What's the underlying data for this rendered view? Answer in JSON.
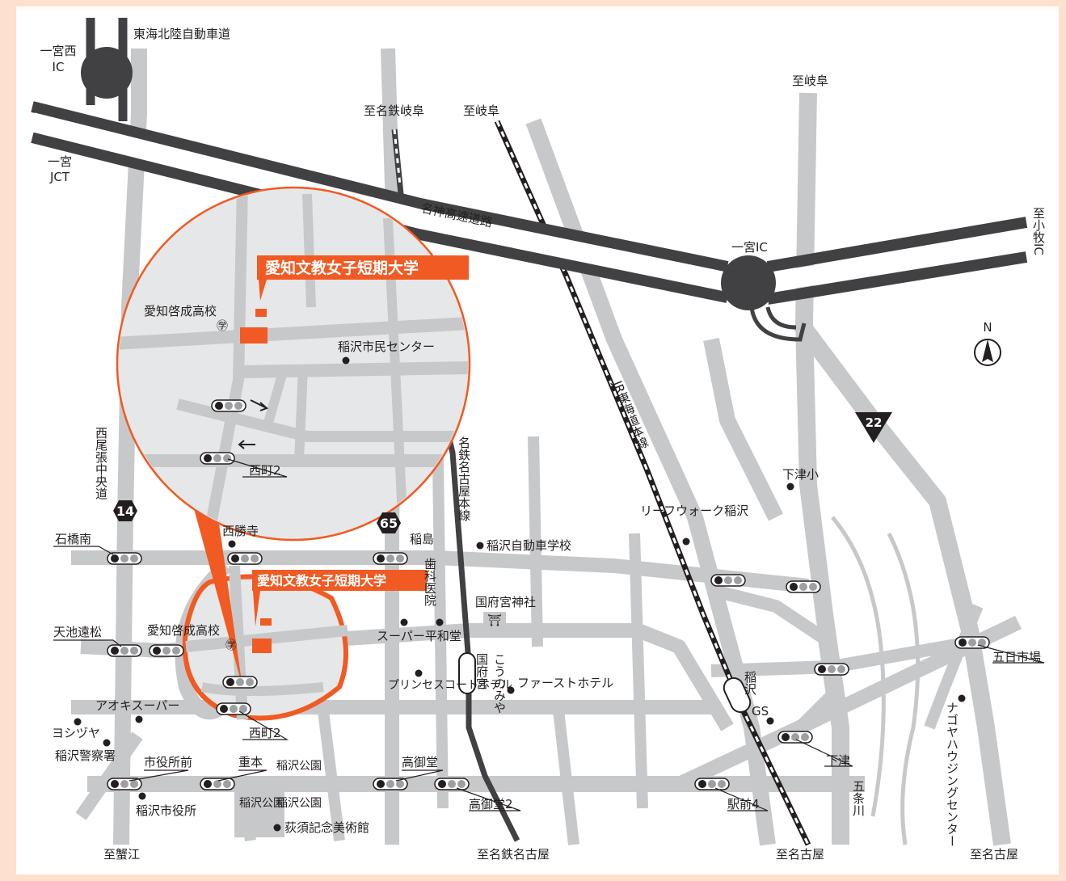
{
  "colors": {
    "background": "#fde0cd",
    "map_bg": "#ffffff",
    "road": "#c7c8ca",
    "expressway": "#414042",
    "accent": "#f15a22",
    "circle_fill": "#e6e7e8"
  },
  "highways": {
    "tokai_hokuriku": "東海北陸自動車道",
    "meishin": "名神高速道路"
  },
  "interchanges": {
    "ichinomiya_nishi_1": "一宮西",
    "ichinomiya_nishi_2": "IC",
    "ichinomiya_jct_1": "一宮",
    "ichinomiya_jct_2": "JCT",
    "ichinomiya_ic": "一宮IC",
    "komaki_ic": "至小牧IC"
  },
  "destinations": {
    "meitetsu_gifu": "至名鉄岐阜",
    "gifu_1": "至岐阜",
    "gifu_2": "至岐阜",
    "kanie": "至蟹江",
    "meitetsu_nagoya": "至名鉄名古屋",
    "nagoya_1": "至名古屋",
    "nagoya_2": "至名古屋"
  },
  "railways": {
    "jr": "JR東海道本線",
    "meitetsu": "名鉄名古屋本線",
    "konomiya_station": "国府宮",
    "konomiya_hira": "こうのみや",
    "inazawa_station": "稲沢"
  },
  "routes": {
    "r14": "14",
    "r65": "65",
    "r22": "22",
    "nishio_road": "西尾張中央道"
  },
  "compass": "N",
  "college": {
    "name_zoom": "愛知文教女子短期大学",
    "name_main": "愛知文教女子短期大学"
  },
  "landmarks": {
    "keisei_zoom": "愛知啓成高校",
    "keisei_main": "愛知啓成高校",
    "school_mark": "㊫",
    "civic_center": "稲沢市民センター",
    "nishimachi2_zoom": "西町2",
    "nishimachi2_main": "西町2",
    "saishoji": "西勝寺",
    "ishibashi": "石橋南",
    "inajima": "稲島",
    "driving_school": "稲沢自動車学校",
    "dental": "歯科医院",
    "konomiya_shrine": "国府宮神社",
    "shrine_mark": "⛩",
    "amaike": "天池遠松",
    "super_heiwado": "スーパー平和堂",
    "princess": "プリンセスコートホテル",
    "first_hotel": "ファーストホテル",
    "aoki": "アオキスーパー",
    "yoshizuya": "ヨシヅヤ",
    "police": "稲沢警察署",
    "shiyakusho_mae": "市役所前",
    "city_hall": "稲沢市役所",
    "shigemoto": "重本",
    "park_1": "稲沢公園",
    "park_2": "稲沢公園",
    "park_block": "稲沢公園",
    "ogisu": "荻須記念美術館",
    "takamido": "高御堂",
    "takamido2": "高御堂2",
    "leafwalk": "リーフウォーク稲沢",
    "shimozu_sho": "下津小",
    "shimozu": "下津",
    "ekimae4": "駅前4",
    "gs": "GS",
    "goka": "五日市場",
    "nagoya_housing": "ナゴヤハウジングセンター",
    "gojo_river": "五条川"
  }
}
